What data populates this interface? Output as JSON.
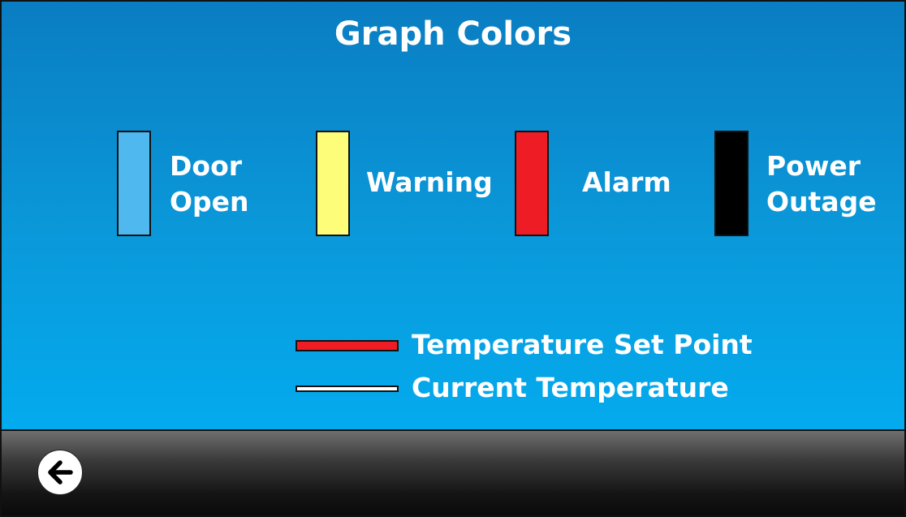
{
  "title": "Graph Colors",
  "status_colors": [
    {
      "label_line1": "Door",
      "label_line2": "Open",
      "color": "#4fb8ee"
    },
    {
      "label_line1": "Warning",
      "label_line2": "",
      "color": "#fdfd7a"
    },
    {
      "label_line1": "Alarm",
      "label_line2": "",
      "color": "#ee1c24"
    },
    {
      "label_line1": "Power",
      "label_line2": "Outage",
      "color": "#000000"
    }
  ],
  "line_legend": [
    {
      "label": "Temperature Set Point",
      "color": "#ee1c24"
    },
    {
      "label": "Current Temperature",
      "color": "#ffffff"
    }
  ],
  "footer": {
    "back_icon": "arrow-left-icon"
  }
}
